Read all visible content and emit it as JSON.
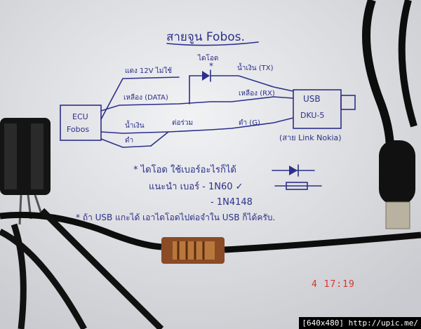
{
  "photo": {
    "title": "สายจูน Fobos.",
    "ecu_label_1": "ECU",
    "ecu_label_2": "Fobos",
    "usb_label": "USB",
    "dku_label": "DKU-5",
    "cable_note": "(สาย Link Nokia)",
    "diode_label": "ไดโอด",
    "asterisk": "*",
    "wire_red": "แดง 12V ไม่ใช้",
    "wire_yellow": "เหลือง (DATA)",
    "wire_blue": "น้ำเงิน",
    "wire_black": "ดำ",
    "join_label": "ต่อร่วม",
    "tx_label": "น้ำเงิน (TX)",
    "rx_label": "เหลือง (RX)",
    "gnd_label": "ดำ (G)",
    "note_1": "* ไดโอด ใช้เบอร์อะไรก็ได้",
    "note_2": "แนะนำ เบอร์ - 1N60 ✓",
    "note_3": "- 1N4148",
    "note_4": "* ถ้า USB แกะได้ เอาไดโอดไปต่อจำใน USB ก็ได้ครับ."
  },
  "date_stamp": "4 17:19",
  "credit": "[640x480] http://upic.me/",
  "colors": {
    "ink": "#2c2f8a",
    "paper": "#e8e9ec",
    "stamp": "#e0312a"
  }
}
